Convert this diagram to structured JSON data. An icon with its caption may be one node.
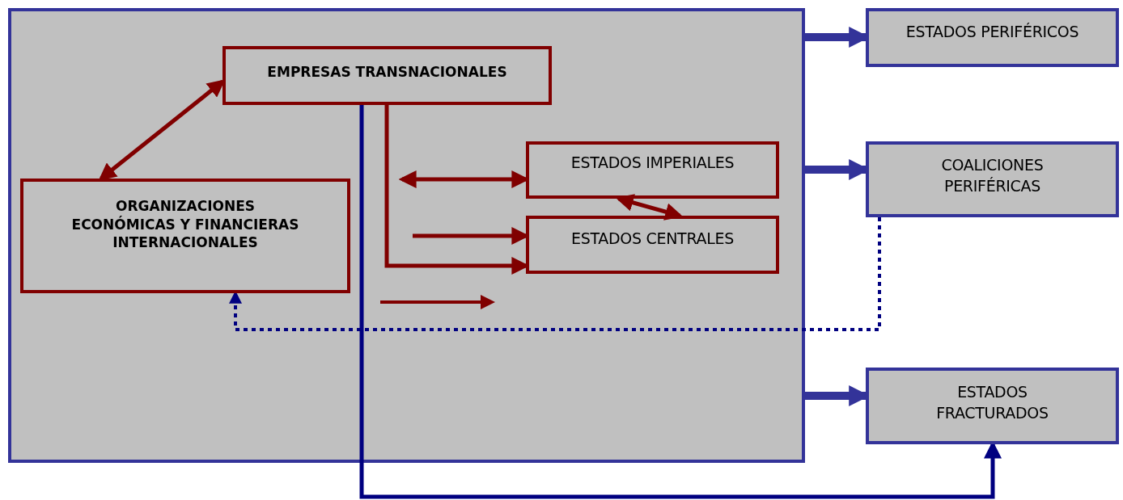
{
  "diagram": {
    "nodes": [
      {
        "text": [],
        "shape": "box"
      },
      {
        "text": [
          "EMPRESAS TRANSNACIONALES"
        ],
        "in": 0
      },
      {
        "text": [
          "ORGANIZACIONES ECONÓMICAS Y FINANCIERAS INTERNACIONALES"
        ],
        "in": 0
      },
      {
        "text": [
          "ESTADOS IMPERIALES"
        ],
        "in": 0
      },
      {
        "text": [
          "ESTADOS CENTRALES"
        ],
        "in": 0
      },
      {
        "text": [
          "ESTADOS PERIFÉRICOS"
        ]
      },
      {
        "text": [
          "COALICIONES PERIFÉRICAS"
        ]
      },
      {
        "text": [
          "ESTADOS FRACTURADOS"
        ]
      }
    ],
    "edges": [
      {
        "from": 2,
        "to": 1,
        "arrow": "both"
      },
      {
        "from": null,
        "to": 3,
        "arrow": "both"
      },
      {
        "from": null,
        "to": 4,
        "arrow": "to"
      },
      {
        "from": 1,
        "to": 4,
        "arrow": "to"
      },
      {
        "from": 3,
        "to": 4,
        "arrow": "both"
      },
      {
        "from": 0,
        "to": 5,
        "arrow": "to",
        "style": "thick",
        "color": "#333399"
      },
      {
        "from": 0,
        "to": 6,
        "arrow": "to",
        "style": "thick",
        "color": "#333399"
      },
      {
        "from": 0,
        "to": 7,
        "arrow": "to",
        "style": "thick",
        "color": "#333399"
      },
      {
        "from": 6,
        "to": 2,
        "arrow": "to",
        "style": "dashed",
        "color": "#000080"
      },
      {
        "from": 1,
        "to": 7,
        "arrow": "to",
        "color": "#000080"
      }
    ]
  }
}
